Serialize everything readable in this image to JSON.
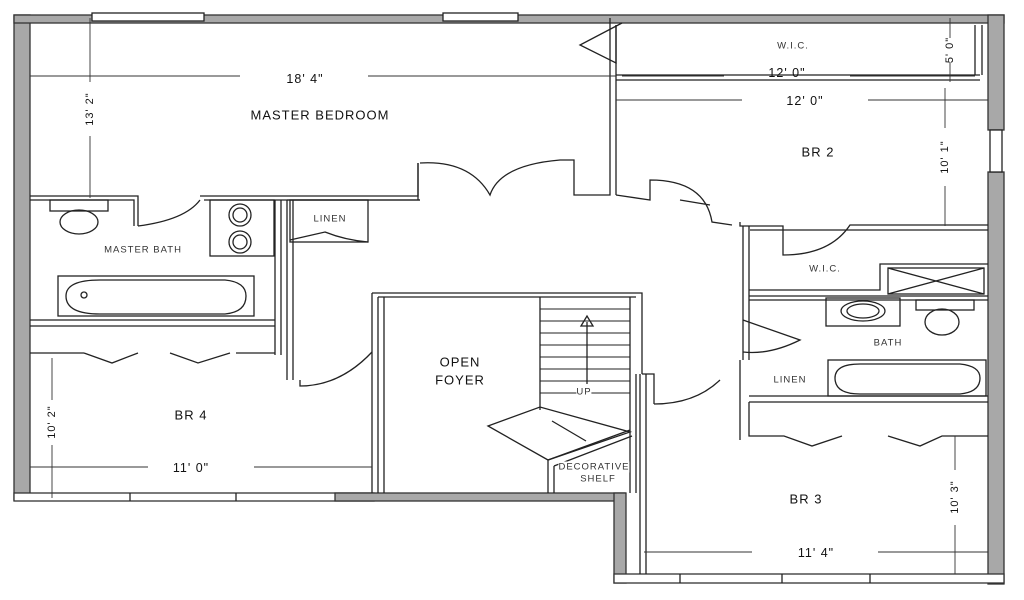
{
  "plan": {
    "type": "floor-plan",
    "rooms": [
      {
        "id": "master_bedroom",
        "label": "MASTER BEDROOM",
        "width": "18' 4\"",
        "depth": "13' 2\""
      },
      {
        "id": "master_bath",
        "label": "MASTER BATH"
      },
      {
        "id": "linen_hall",
        "label": "LINEN"
      },
      {
        "id": "wic_top",
        "label": "W.I.C.",
        "width": "12' 0\"",
        "depth": "5' 0\""
      },
      {
        "id": "br2",
        "label": "BR 2",
        "width": "12' 0\"",
        "depth": "10' 1\""
      },
      {
        "id": "wic_br2",
        "label": "W.I.C."
      },
      {
        "id": "bath",
        "label": "BATH"
      },
      {
        "id": "linen_bath",
        "label": "LINEN"
      },
      {
        "id": "open_foyer",
        "label_line1": "OPEN",
        "label_line2": "FOYER"
      },
      {
        "id": "stairs",
        "label": "UP"
      },
      {
        "id": "decorative_shelf",
        "label_line1": "DECORATIVE",
        "label_line2": "SHELF"
      },
      {
        "id": "br4",
        "label": "BR 4",
        "width": "11' 0\"",
        "depth": "10' 2\""
      },
      {
        "id": "br3",
        "label": "BR 3",
        "width": "11' 4\"",
        "depth": "10' 3\""
      }
    ]
  },
  "labels": {
    "master_bedroom": "MASTER BEDROOM",
    "master_bedroom_width": "18' 4\"",
    "master_bedroom_depth": "13' 2\"",
    "master_bath": "MASTER BATH",
    "linen_hall": "LINEN",
    "wic_top": "W.I.C.",
    "wic_top_width": "12' 0\"",
    "wic_top_depth": "5' 0\"",
    "br2": "BR 2",
    "br2_width": "12' 0\"",
    "br2_depth": "10' 1\"",
    "wic_br2": "W.I.C.",
    "bath": "BATH",
    "linen_bath": "LINEN",
    "open": "OPEN",
    "foyer": "FOYER",
    "up": "UP",
    "decorative": "DECORATIVE",
    "shelf": "SHELF",
    "br4": "BR 4",
    "br4_width": "11' 0\"",
    "br4_depth": "10' 2\"",
    "br3": "BR 3",
    "br3_width": "11' 4\"",
    "br3_depth": "10' 3\""
  },
  "colors": {
    "wall": "#9a9a9a",
    "line": "#222222",
    "background": "#ffffff"
  }
}
